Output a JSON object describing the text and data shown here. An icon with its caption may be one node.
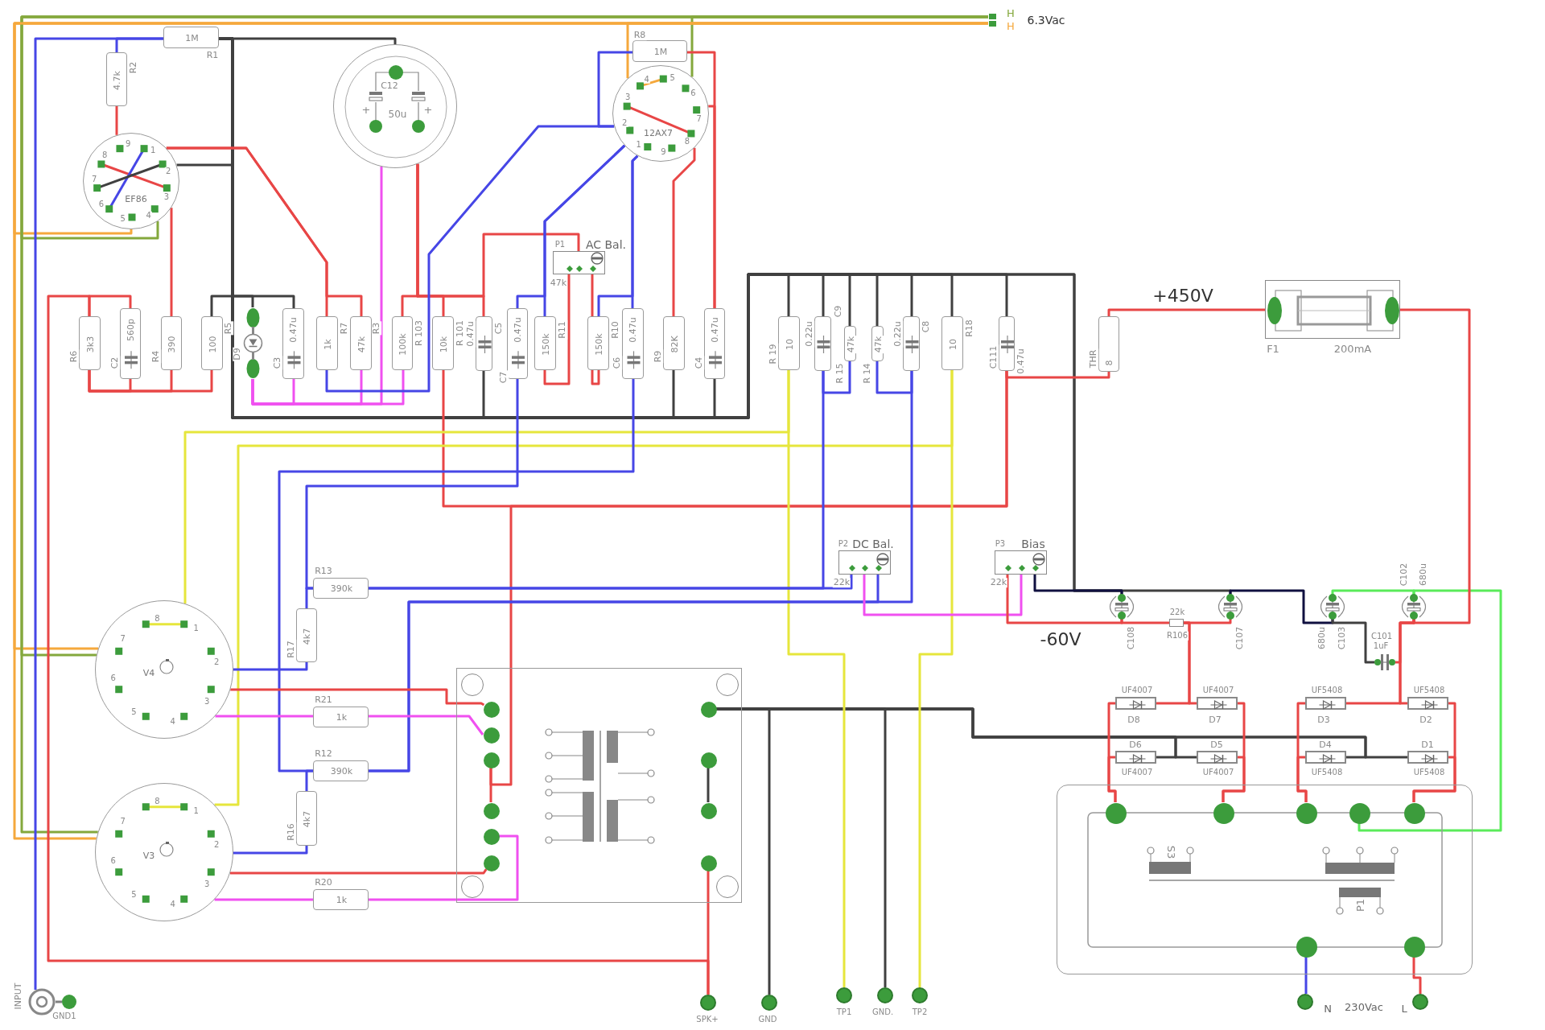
{
  "diagram": {
    "nodes": [
      {
        "text": [
          "H",
          "H",
          "6.3Vac"
        ]
      },
      {
        "text": [
          "R1",
          "1M"
        ]
      },
      {
        "text": [
          "R2",
          "4.7k"
        ]
      },
      {
        "text": [
          "EF86",
          "1",
          "2",
          "3",
          "4",
          "5",
          "6",
          "7",
          "8",
          "9"
        ]
      },
      {
        "text": [
          "C12",
          "+",
          "50u",
          "+"
        ]
      },
      {
        "text": [
          "R8",
          "1M"
        ]
      },
      {
        "text": [
          "12AX7",
          "1",
          "2",
          "3",
          "4",
          "5",
          "6",
          "7",
          "8",
          "9"
        ]
      },
      {
        "text": [
          "P1",
          "AC Bal.",
          "47k"
        ]
      },
      {
        "text": [
          "R6",
          "3k3"
        ]
      },
      {
        "text": [
          "C2",
          "560p"
        ]
      },
      {
        "text": [
          "R4",
          "390"
        ]
      },
      {
        "text": [
          "R5",
          "100"
        ]
      },
      {
        "text": [
          "D9"
        ]
      },
      {
        "text": [
          "C3",
          "0.47u"
        ]
      },
      {
        "text": [
          "R7",
          "1k"
        ]
      },
      {
        "text": [
          "R3",
          "47k"
        ]
      },
      {
        "text": [
          "R 103",
          "100k"
        ]
      },
      {
        "text": [
          "R 101",
          "10k"
        ]
      },
      {
        "text": [
          "C5",
          "0.47u"
        ]
      },
      {
        "text": [
          "C7",
          "0.47u"
        ]
      },
      {
        "text": [
          "R11",
          "150k"
        ]
      },
      {
        "text": [
          "R10",
          "150k"
        ]
      },
      {
        "text": [
          "C6",
          "0.47u"
        ]
      },
      {
        "text": [
          "R9",
          "82K"
        ]
      },
      {
        "text": [
          "C4",
          "0.47u"
        ]
      },
      {
        "text": [
          "R 19",
          "10"
        ]
      },
      {
        "text": [
          "C9",
          "0.22u"
        ]
      },
      {
        "text": [
          "R 15",
          "47k"
        ]
      },
      {
        "text": [
          "R 14",
          "47k"
        ]
      },
      {
        "text": [
          "C8",
          "0.22u"
        ]
      },
      {
        "text": [
          "R18",
          "10"
        ]
      },
      {
        "text": [
          "C111",
          "0.47u"
        ]
      },
      {
        "text": [
          "THR",
          "8"
        ]
      },
      {
        "text": [
          "F1",
          "200mA"
        ]
      },
      {
        "text": [
          "R13",
          "390k"
        ]
      },
      {
        "text": [
          "R17",
          "4k7"
        ]
      },
      {
        "text": [
          "V4",
          "1",
          "2",
          "3",
          "4",
          "5",
          "6",
          "7",
          "8"
        ]
      },
      {
        "text": [
          "R21",
          "1k"
        ]
      },
      {
        "text": [
          "R12",
          "390k"
        ]
      },
      {
        "text": [
          "R16",
          "4k7"
        ]
      },
      {
        "text": [
          "V3",
          "1",
          "2",
          "3",
          "4",
          "5",
          "6",
          "7",
          "8"
        ]
      },
      {
        "text": [
          "R20",
          "1k"
        ]
      },
      {
        "text": [],
        "shape": "box"
      },
      {
        "text": [],
        "shape": "circle",
        "in": 42
      },
      {
        "text": [],
        "shape": "circle",
        "in": 42
      },
      {
        "text": [],
        "shape": "circle",
        "in": 42
      },
      {
        "text": [],
        "shape": "circle",
        "in": 42
      },
      {
        "text": [],
        "shape": "circle",
        "in": 42
      },
      {
        "text": [],
        "shape": "circle",
        "in": 42
      },
      {
        "text": [],
        "shape": "circle",
        "in": 42
      },
      {
        "text": [],
        "shape": "circle",
        "in": 42
      },
      {
        "text": [],
        "shape": "circle",
        "in": 42
      },
      {
        "text": [],
        "shape": "circle",
        "in": 42
      },
      {
        "text": [
          "P2",
          "DC Bal.",
          "22k"
        ]
      },
      {
        "text": [
          "P3",
          "Bias",
          "22k"
        ]
      },
      {
        "text": [
          "C108"
        ]
      },
      {
        "text": [
          "22k",
          "R106"
        ]
      },
      {
        "text": [
          "C107"
        ]
      },
      {
        "text": [
          "680u",
          "C103"
        ]
      },
      {
        "text": [
          "C102",
          "680u"
        ]
      },
      {
        "text": [
          "C101",
          "1uF"
        ]
      },
      {
        "text": [
          "UF4007",
          "D8"
        ]
      },
      {
        "text": [
          "UF4007",
          "D7"
        ]
      },
      {
        "text": [
          "UF5408",
          "D3"
        ]
      },
      {
        "text": [
          "UF5408",
          "D2"
        ]
      },
      {
        "text": [
          "D6",
          "UF4007"
        ]
      },
      {
        "text": [
          "D5",
          "UF4007"
        ]
      },
      {
        "text": [
          "D4",
          "UF5408"
        ]
      },
      {
        "text": [
          "D1",
          "UF5408"
        ]
      },
      {
        "text": [
          "S3",
          "P1"
        ]
      },
      {
        "text": [],
        "shape": "circle",
        "in": 69
      },
      {
        "text": [],
        "shape": "circle",
        "in": 69
      },
      {
        "text": [],
        "shape": "circle",
        "in": 69
      },
      {
        "text": [],
        "shape": "circle",
        "in": 69
      },
      {
        "text": [],
        "shape": "circle",
        "in": 69
      },
      {
        "text": [],
        "shape": "circle",
        "in": 69
      },
      {
        "text": [],
        "shape": "circle",
        "in": 69
      },
      {
        "text": [
          "INPUT"
        ]
      },
      {
        "text": [
          "GND1"
        ]
      },
      {
        "text": [
          "SPK+"
        ]
      },
      {
        "text": [
          "GND"
        ]
      },
      {
        "text": [
          "TP1"
        ]
      },
      {
        "text": [
          "GND."
        ]
      },
      {
        "text": [
          "TP2"
        ]
      },
      {
        "text": [
          "N"
        ]
      },
      {
        "text": [
          "L"
        ]
      },
      {
        "text": [],
        "shape": "circle",
        "in": 42
      },
      {
        "text": [],
        "shape": "circle",
        "in": 42
      },
      {
        "text": [],
        "shape": "circle",
        "in": 42
      },
      {
        "text": [],
        "shape": "circle",
        "in": 42
      }
    ],
    "edges": [
      {
        "from": 0,
        "to": 3,
        "arrow": "none",
        "color": "#84a83c"
      },
      {
        "from": 0,
        "to": 3,
        "arrow": "none",
        "color": "#f5a83c"
      },
      {
        "from": 0,
        "to": 6,
        "arrow": "none",
        "color": "#84a83c"
      },
      {
        "from": 0,
        "to": 6,
        "arrow": "none",
        "color": "#f5a83c"
      },
      {
        "from": 0,
        "to": 36,
        "arrow": "none",
        "color": "#84a83c"
      },
      {
        "from": 0,
        "to": 36,
        "arrow": "none",
        "color": "#f5a83c"
      },
      {
        "from": 0,
        "to": 40,
        "arrow": "none",
        "color": "#84a83c"
      },
      {
        "from": 0,
        "to": 40,
        "arrow": "none",
        "color": "#f5a83c"
      },
      {
        "from": 77,
        "to": 1,
        "arrow": "none",
        "color": "#4646e6"
      },
      {
        "from": 2,
        "to": 1,
        "arrow": "none",
        "color": "#4646e6"
      },
      {
        "from": 2,
        "to": 3,
        "arrow": "none"
      },
      {
        "from": 1,
        "to": 4,
        "arrow": "none",
        "color": "#404040"
      },
      {
        "from": 1,
        "to": 3,
        "arrow": "none",
        "color": "#404040"
      },
      {
        "from": 1,
        "to": 11,
        "arrow": "none",
        "color": "#404040"
      },
      {
        "from": 1,
        "to": 12,
        "arrow": "none",
        "color": "#404040"
      },
      {
        "from": 1,
        "to": 13,
        "arrow": "none",
        "color": "#404040"
      },
      {
        "from": 1,
        "to": 18,
        "arrow": "none",
        "color": "#404040"
      },
      {
        "from": 1,
        "to": 23,
        "arrow": "none",
        "color": "#404040"
      },
      {
        "from": 1,
        "to": 24,
        "arrow": "none",
        "color": "#404040"
      },
      {
        "from": 1,
        "to": 25,
        "arrow": "none",
        "color": "#404040"
      },
      {
        "from": 1,
        "to": 26,
        "arrow": "none",
        "color": "#404040"
      },
      {
        "from": 1,
        "to": 27,
        "arrow": "none",
        "color": "#404040"
      },
      {
        "from": 1,
        "to": 28,
        "arrow": "none",
        "color": "#404040"
      },
      {
        "from": 1,
        "to": 29,
        "arrow": "none",
        "color": "#404040"
      },
      {
        "from": 1,
        "to": 30,
        "arrow": "none",
        "color": "#404040"
      },
      {
        "from": 1,
        "to": 31,
        "arrow": "none",
        "color": "#404040"
      },
      {
        "from": 1,
        "to": 55,
        "arrow": "none",
        "color": "#404040"
      },
      {
        "from": 1,
        "to": 57,
        "arrow": "none",
        "color": "#404040"
      },
      {
        "from": 54,
        "to": 55,
        "arrow": "none",
        "color": "#101040"
      },
      {
        "from": 49,
        "to": 80,
        "arrow": "none",
        "color": "#404040"
      },
      {
        "from": 49,
        "to": 82,
        "arrow": "none",
        "color": "#404040"
      },
      {
        "from": 49,
        "to": 65,
        "arrow": "none",
        "color": "#404040"
      },
      {
        "from": 49,
        "to": 66,
        "arrow": "none",
        "color": "#404040"
      },
      {
        "from": 49,
        "to": 67,
        "arrow": "none",
        "color": "#404040"
      },
      {
        "from": 49,
        "to": 68,
        "arrow": "none",
        "color": "#404040"
      },
      {
        "from": 57,
        "to": 58,
        "arrow": "none",
        "color": "#101040"
      },
      {
        "from": 58,
        "to": 60,
        "arrow": "none",
        "color": "#404040"
      },
      {
        "from": 50,
        "to": 51,
        "arrow": "none",
        "color": "#404040"
      },
      {
        "from": 58,
        "to": 59,
        "arrow": "none",
        "color": "#5aeb5a"
      },
      {
        "from": 59,
        "to": 73,
        "arrow": "none",
        "color": "#5aeb5a"
      },
      {
        "from": 59,
        "to": 33,
        "arrow": "none"
      },
      {
        "from": 59,
        "to": 64,
        "arrow": "none"
      },
      {
        "from": 63,
        "to": 59,
        "arrow": "none"
      },
      {
        "from": 60,
        "to": 59,
        "arrow": "none"
      },
      {
        "from": 32,
        "to": 33,
        "arrow": "none"
      },
      {
        "from": 32,
        "to": 31,
        "arrow": "none"
      },
      {
        "from": 31,
        "to": 17,
        "arrow": "none"
      },
      {
        "from": 31,
        "to": 45,
        "arrow": "none"
      },
      {
        "from": 45,
        "to": 46,
        "arrow": "none"
      },
      {
        "from": 4,
        "to": 16,
        "arrow": "none"
      },
      {
        "from": 4,
        "to": 17,
        "arrow": "none"
      },
      {
        "from": 4,
        "to": 18,
        "arrow": "none"
      },
      {
        "from": 4,
        "to": 7,
        "arrow": "none"
      },
      {
        "from": 3,
        "to": 14,
        "arrow": "none"
      },
      {
        "from": 3,
        "to": 15,
        "arrow": "none"
      },
      {
        "from": 3,
        "to": 10,
        "arrow": "none"
      },
      {
        "from": 8,
        "to": 9,
        "arrow": "none"
      },
      {
        "from": 8,
        "to": 79,
        "arrow": "none"
      },
      {
        "from": 52,
        "to": 79,
        "arrow": "none"
      },
      {
        "from": 8,
        "to": 11,
        "arrow": "none"
      },
      {
        "from": 9,
        "to": 8,
        "arrow": "none"
      },
      {
        "from": 10,
        "to": 8,
        "arrow": "none"
      },
      {
        "from": 12,
        "to": 13,
        "arrow": "none",
        "color": "#f050f0"
      },
      {
        "from": 12,
        "to": 15,
        "arrow": "none",
        "color": "#f050f0"
      },
      {
        "from": 12,
        "to": 16,
        "arrow": "none",
        "color": "#f050f0"
      },
      {
        "from": 4,
        "to": 12,
        "arrow": "none",
        "color": "#f050f0"
      },
      {
        "from": 14,
        "to": 6,
        "arrow": "none",
        "color": "#4646e6"
      },
      {
        "from": 5,
        "to": 6,
        "arrow": "none",
        "color": "#4646e6"
      },
      {
        "from": 6,
        "to": 20,
        "arrow": "none",
        "color": "#4646e6"
      },
      {
        "from": 6,
        "to": 19,
        "arrow": "none",
        "color": "#4646e6"
      },
      {
        "from": 6,
        "to": 22,
        "arrow": "none",
        "color": "#4646e6"
      },
      {
        "from": 6,
        "to": 21,
        "arrow": "none",
        "color": "#4646e6"
      },
      {
        "from": 20,
        "to": 7,
        "arrow": "none"
      },
      {
        "from": 21,
        "to": 7,
        "arrow": "none"
      },
      {
        "from": 23,
        "to": 6,
        "arrow": "none"
      },
      {
        "from": 24,
        "to": 5,
        "arrow": "none"
      },
      {
        "from": 24,
        "to": 6,
        "arrow": "none"
      },
      {
        "from": 25,
        "to": 36,
        "arrow": "none",
        "color": "#e6e63c"
      },
      {
        "from": 30,
        "to": 40,
        "arrow": "none",
        "color": "#e6e63c"
      },
      {
        "from": 25,
        "to": 81,
        "arrow": "none",
        "color": "#e6e63c"
      },
      {
        "from": 30,
        "to": 83,
        "arrow": "none",
        "color": "#e6e63c"
      },
      {
        "from": 26,
        "to": 27,
        "arrow": "none",
        "color": "#4646e6"
      },
      {
        "from": 26,
        "to": 34,
        "arrow": "none",
        "color": "#4646e6"
      },
      {
        "from": 53,
        "to": 34,
        "arrow": "none",
        "color": "#4646e6"
      },
      {
        "from": 29,
        "to": 28,
        "arrow": "none",
        "color": "#4646e6"
      },
      {
        "from": 29,
        "to": 38,
        "arrow": "none",
        "color": "#4646e6"
      },
      {
        "from": 53,
        "to": 38,
        "arrow": "none",
        "color": "#4646e6"
      },
      {
        "from": 19,
        "to": 34,
        "arrow": "none",
        "color": "#4646e6"
      },
      {
        "from": 34,
        "to": 35,
        "arrow": "none",
        "color": "#4646e6"
      },
      {
        "from": 22,
        "to": 38,
        "arrow": "none",
        "color": "#4646e6"
      },
      {
        "from": 38,
        "to": 39,
        "arrow": "none",
        "color": "#4646e6"
      },
      {
        "from": 35,
        "to": 36,
        "arrow": "none",
        "color": "#4646e6"
      },
      {
        "from": 39,
        "to": 40,
        "arrow": "none",
        "color": "#4646e6"
      },
      {
        "from": 36,
        "to": 43,
        "arrow": "none"
      },
      {
        "from": 36,
        "to": 37,
        "arrow": "none",
        "color": "#f050f0"
      },
      {
        "from": 37,
        "to": 44,
        "arrow": "none",
        "color": "#f050f0"
      },
      {
        "from": 40,
        "to": 48,
        "arrow": "none"
      },
      {
        "from": 40,
        "to": 41,
        "arrow": "none",
        "color": "#f050f0"
      },
      {
        "from": 41,
        "to": 47,
        "arrow": "none",
        "color": "#f050f0"
      },
      {
        "from": 54,
        "to": 53,
        "arrow": "none",
        "color": "#f050f0"
      },
      {
        "from": 54,
        "to": 55,
        "arrow": "none"
      },
      {
        "from": 55,
        "to": 56,
        "arrow": "none"
      },
      {
        "from": 56,
        "to": 57,
        "arrow": "none"
      },
      {
        "from": 56,
        "to": 61,
        "arrow": "none"
      },
      {
        "from": 56,
        "to": 62,
        "arrow": "none"
      },
      {
        "from": 61,
        "to": 70,
        "arrow": "none"
      },
      {
        "from": 65,
        "to": 70,
        "arrow": "none"
      },
      {
        "from": 62,
        "to": 71,
        "arrow": "none"
      },
      {
        "from": 66,
        "to": 71,
        "arrow": "none"
      },
      {
        "from": 63,
        "to": 72,
        "arrow": "none"
      },
      {
        "from": 67,
        "to": 72,
        "arrow": "none"
      },
      {
        "from": 64,
        "to": 74,
        "arrow": "none"
      },
      {
        "from": 68,
        "to": 74,
        "arrow": "none"
      },
      {
        "from": 75,
        "to": 84,
        "arrow": "none",
        "color": "#4646e6"
      },
      {
        "from": 76,
        "to": 85,
        "arrow": "none"
      },
      {
        "from": 77,
        "to": 78,
        "arrow": "none",
        "color": "#808080"
      }
    ],
    "labels": [
      "+450V",
      "-60V",
      "230Vac"
    ]
  }
}
